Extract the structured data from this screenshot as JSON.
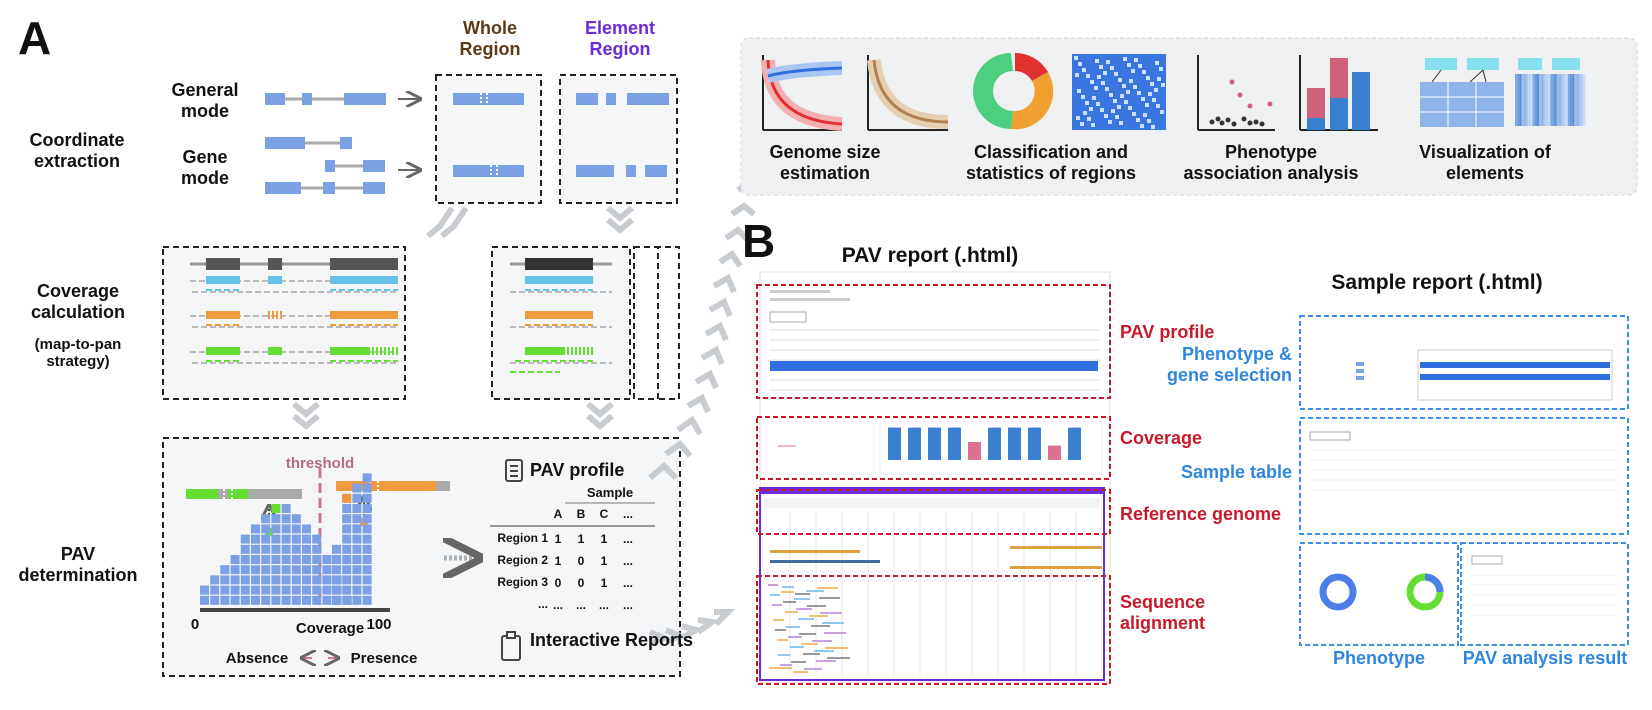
{
  "panel_labels": {
    "a": "A",
    "b": "B"
  },
  "panel_a": {
    "headers": {
      "whole_region": "Whole Region",
      "element_region": "Element Region"
    },
    "rows": {
      "coordinate_extraction": "Coordinate extraction",
      "coverage_calculation": "Coverage calculation",
      "map_to_pan": "(map-to-pan strategy)",
      "pav_determination": "PAV determination"
    },
    "modes": {
      "general": "General mode",
      "gene": "Gene mode"
    },
    "histogram": {
      "threshold": "threshold",
      "axis_min": "0",
      "axis_max": "100",
      "axis_label": "Coverage",
      "absence": "Absence",
      "presence": "Presence"
    },
    "pav_profile": {
      "title": "PAV profile",
      "sample_header": "Sample",
      "columns": [
        "A",
        "B",
        "C",
        "..."
      ],
      "rows": [
        {
          "label": "Region 1",
          "values": [
            "1",
            "1",
            "1",
            "..."
          ]
        },
        {
          "label": "Region 2",
          "values": [
            "1",
            "0",
            "1",
            "..."
          ]
        },
        {
          "label": "Region 3",
          "values": [
            "0",
            "0",
            "1",
            "..."
          ]
        },
        {
          "label": "...",
          "values": [
            "...",
            "...",
            "...",
            "..."
          ]
        }
      ]
    },
    "interactive_reports": "Interactive Reports"
  },
  "analysis_box": {
    "items": [
      {
        "label": "Genome size estimation"
      },
      {
        "label": "Classification and statistics of regions"
      },
      {
        "label": "Phenotype association analysis"
      },
      {
        "label": "Visualization of elements"
      }
    ]
  },
  "panel_b": {
    "pav_report": {
      "title": "PAV report (.html)",
      "sections": [
        "PAV profile",
        "Coverage",
        "Reference genome",
        "Sequence alignment"
      ]
    },
    "sample_report": {
      "title": "Sample report (.html)",
      "sections": [
        "Phenotype & gene selection",
        "Sample table",
        "Phenotype",
        "PAV analysis result"
      ]
    }
  },
  "colors": {
    "segment_blue": "#7ba0e3",
    "cyan": "#66c2e8",
    "orange": "#f09a3e",
    "green": "#66dd33",
    "dark_gray": "#555555",
    "red_dash": "#c8192a",
    "blue_dash": "#3a8ee6",
    "threshold": "#c97a92"
  }
}
